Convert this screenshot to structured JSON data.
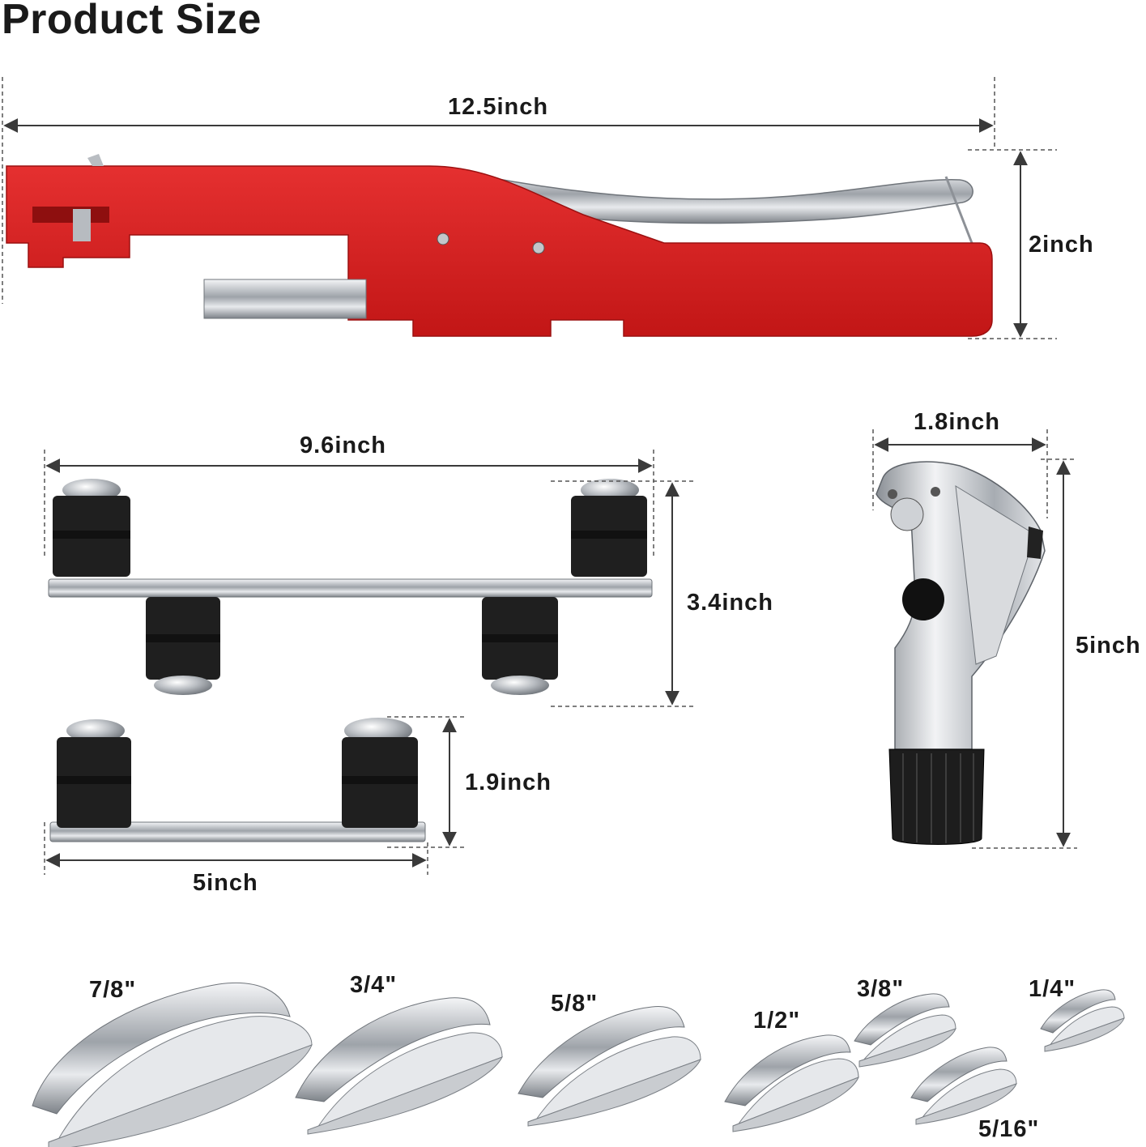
{
  "title": "Product Size",
  "colors": {
    "bender_red": "#d81e1e",
    "chrome": "#c9ccd0",
    "rubber": "#1c1c1c",
    "dimension_line": "#3a3a3a"
  },
  "dimensions": {
    "bender_length": "12.5inch",
    "bender_height": "2inch",
    "long_bar_length": "9.6inch",
    "long_bar_height": "3.4inch",
    "short_bar_height": "1.9inch",
    "short_bar_length": "5inch",
    "cutter_width": "1.8inch",
    "cutter_height": "5inch"
  },
  "shoe_sizes": [
    "7/8\"",
    "3/4\"",
    "5/8\"",
    "1/2\"",
    "3/8\"",
    "1/4\"",
    "5/16\""
  ]
}
